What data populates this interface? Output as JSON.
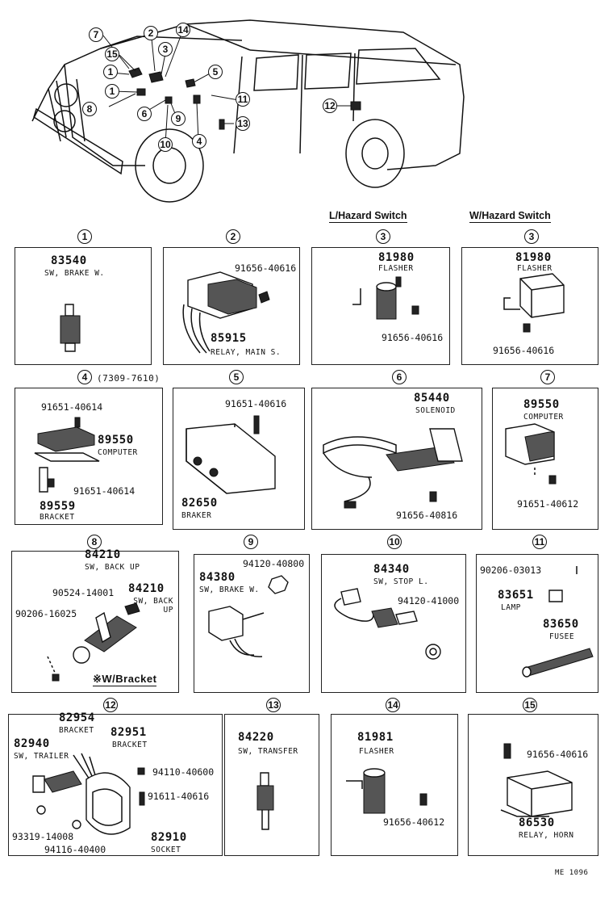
{
  "vehicle": {
    "callouts": [
      "7",
      "2",
      "14",
      "3",
      "15",
      "1",
      "5",
      "1",
      "8",
      "6",
      "9",
      "11",
      "12",
      "13",
      "10",
      "4"
    ]
  },
  "headers": {
    "l_hazard": "L/Hazard Switch",
    "w_hazard": "W/Hazard Switch"
  },
  "panels": [
    {
      "num": "1",
      "parts": [
        {
          "no": "83540",
          "desc": "SW, BRAKE W."
        }
      ]
    },
    {
      "num": "2",
      "parts": [
        {
          "no": "91656-40616"
        },
        {
          "no": "85915",
          "desc": "RELAY, MAIN S."
        }
      ]
    },
    {
      "num": "3",
      "parts": [
        {
          "no": "81980",
          "desc": "FLASHER"
        },
        {
          "no": "91656-40616"
        }
      ]
    },
    {
      "num": "3",
      "parts": [
        {
          "no": "81980",
          "desc": "FLASHER"
        },
        {
          "no": "91656-40616"
        }
      ]
    },
    {
      "num": "4",
      "note": "(7309-7610)",
      "parts": [
        {
          "no": "91651-40614"
        },
        {
          "no": "89550",
          "desc": "COMPUTER"
        },
        {
          "no": "91651-40614"
        },
        {
          "no": "89559",
          "desc": "BRACKET"
        }
      ]
    },
    {
      "num": "5",
      "parts": [
        {
          "no": "91651-40616"
        },
        {
          "no": "82650",
          "desc": "BRAKER"
        }
      ]
    },
    {
      "num": "6",
      "parts": [
        {
          "no": "85440",
          "desc": "SOLENOID"
        },
        {
          "no": "91656-40816"
        }
      ]
    },
    {
      "num": "7",
      "parts": [
        {
          "no": "89550",
          "desc": "COMPUTER"
        },
        {
          "no": "91651-40612"
        }
      ]
    },
    {
      "num": "8",
      "parts": [
        {
          "no": "84210",
          "desc": "SW, BACK UP"
        },
        {
          "no": "90524-14001"
        },
        {
          "no": "84210",
          "desc": "SW, BACK UP"
        },
        {
          "no": "90206-16025"
        }
      ],
      "note": "※W/Bracket"
    },
    {
      "num": "9",
      "parts": [
        {
          "no": "94120-40800"
        },
        {
          "no": "84380",
          "desc": "SW, BRAKE W."
        }
      ]
    },
    {
      "num": "10",
      "parts": [
        {
          "no": "84340",
          "desc": "SW, STOP L."
        },
        {
          "no": "94120-41000"
        }
      ]
    },
    {
      "num": "11",
      "parts": [
        {
          "no": "90206-03013"
        },
        {
          "no": "83651",
          "desc": "LAMP"
        },
        {
          "no": "83650",
          "desc": "FUSEE"
        }
      ]
    },
    {
      "num": "12",
      "parts": [
        {
          "no": "82954",
          "desc": "BRACKET"
        },
        {
          "no": "82940",
          "desc": "SW, TRAILER"
        },
        {
          "no": "82951",
          "desc": "BRACKET"
        },
        {
          "no": "94110-40600"
        },
        {
          "no": "91611-40616"
        },
        {
          "no": "93319-14008"
        },
        {
          "no": "94116-40400"
        },
        {
          "no": "82910",
          "desc": "SOCKET"
        }
      ]
    },
    {
      "num": "13",
      "parts": [
        {
          "no": "84220",
          "desc": "SW, TRANSFER"
        }
      ]
    },
    {
      "num": "14",
      "parts": [
        {
          "no": "81981",
          "desc": "FLASHER"
        },
        {
          "no": "91656-40612"
        }
      ]
    },
    {
      "num": "15",
      "parts": [
        {
          "no": "91656-40616"
        },
        {
          "no": "86530",
          "desc": "RELAY, HORN"
        }
      ]
    }
  ],
  "footer": {
    "code": "ME 1096"
  }
}
